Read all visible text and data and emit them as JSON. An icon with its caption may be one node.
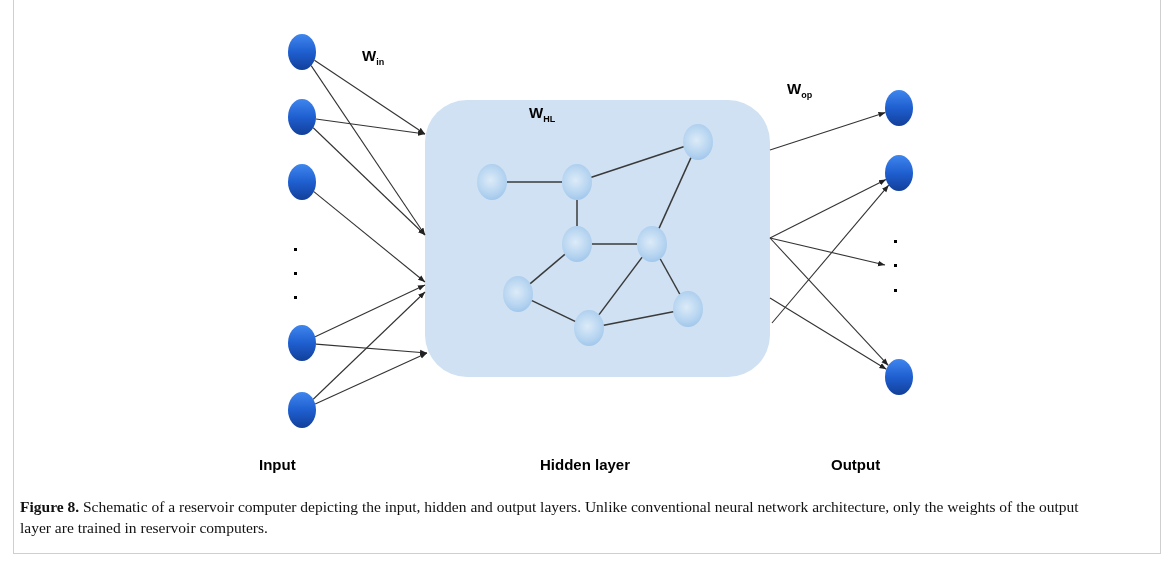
{
  "diagram": {
    "caption": "**Figure 8.** Schematic of a reservoir computer depicting the input, hidden and output layers. Unlike conventional neural network architecture, only the weights of the output layer are trained in reservoir computers.",
    "nodes": [
      {
        "text": [],
        "shape": "circle"
      },
      {
        "text": [],
        "shape": "circle"
      },
      {
        "text": [],
        "shape": "circle"
      },
      {
        "text": [],
        "shape": "circle"
      },
      {
        "text": [],
        "shape": "circle"
      },
      {
        "text": [
          "W$_{HL}$"
        ]
      },
      {
        "text": [],
        "shape": "circle",
        "in": 5
      },
      {
        "text": [],
        "shape": "circle",
        "in": 5
      },
      {
        "text": [],
        "shape": "circle",
        "in": 5
      },
      {
        "text": [],
        "shape": "circle",
        "in": 5
      },
      {
        "text": [],
        "shape": "circle",
        "in": 5
      },
      {
        "text": [],
        "shape": "circle",
        "in": 5
      },
      {
        "text": [],
        "shape": "circle",
        "in": 5
      },
      {
        "text": [],
        "shape": "circle",
        "in": 5
      },
      {
        "text": [],
        "shape": "circle"
      },
      {
        "text": [],
        "shape": "circle"
      },
      {
        "text": [],
        "shape": "circle"
      }
    ],
    "edges": [
      {
        "from": 0,
        "to": 5,
        "arrow": "to"
      },
      {
        "from": 0,
        "to": 5,
        "arrow": "to"
      },
      {
        "from": 1,
        "to": 5,
        "arrow": "to"
      },
      {
        "from": 1,
        "to": 5,
        "arrow": "to"
      },
      {
        "from": 2,
        "to": 5,
        "arrow": "to"
      },
      {
        "from": 3,
        "to": 5,
        "arrow": "to"
      },
      {
        "from": 3,
        "to": 5,
        "arrow": "to"
      },
      {
        "from": 4,
        "to": 5,
        "arrow": "to"
      },
      {
        "from": 4,
        "to": 5,
        "arrow": "to"
      },
      {
        "from": 6,
        "to": 7,
        "arrow": "none"
      },
      {
        "from": 7,
        "to": 8,
        "arrow": "none"
      },
      {
        "from": 7,
        "to": 9,
        "arrow": "none"
      },
      {
        "from": 9,
        "to": 10,
        "arrow": "none"
      },
      {
        "from": 8,
        "to": 10,
        "arrow": "none"
      },
      {
        "from": 9,
        "to": 11,
        "arrow": "none"
      },
      {
        "from": 10,
        "to": 12,
        "arrow": "none"
      },
      {
        "from": 10,
        "to": 13,
        "arrow": "none"
      },
      {
        "from": 11,
        "to": 12,
        "arrow": "none"
      },
      {
        "from": 12,
        "to": 13,
        "arrow": "none"
      },
      {
        "from": 5,
        "to": 14,
        "arrow": "to"
      },
      {
        "from": 5,
        "to": 15,
        "arrow": "to"
      },
      {
        "from": 5,
        "to": null,
        "arrow": "to"
      },
      {
        "from": 5,
        "to": 16,
        "arrow": "to"
      },
      {
        "from": 5,
        "to": 16,
        "arrow": "to"
      },
      {
        "from": 5,
        "to": 15,
        "arrow": "to"
      }
    ],
    "labels": [
      "W$_{in}$",
      "W$_{op}$",
      "Input",
      "Hidden layer",
      "Output"
    ]
  }
}
